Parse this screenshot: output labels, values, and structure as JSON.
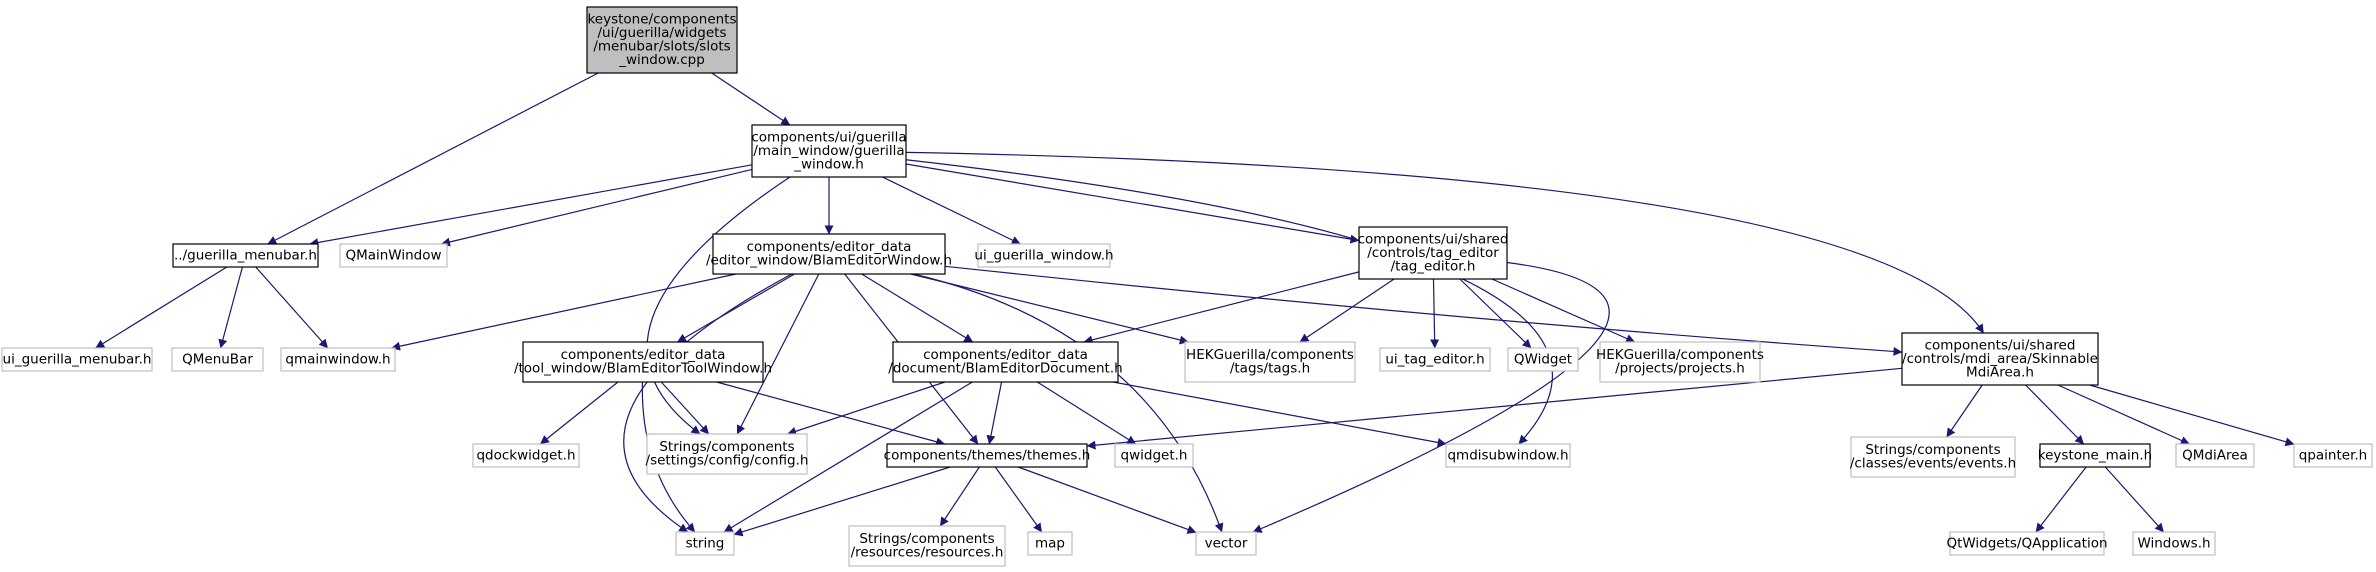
{
  "colors": {
    "edge": "#191970",
    "root_fill": "#bfbfbf",
    "node_border": "#000000",
    "ext_border": "#bfbfbf",
    "text": "#000000"
  },
  "nodes": {
    "root": {
      "lines": [
        "keystone/components",
        "/ui/guerilla/widgets",
        "/menubar/slots/slots",
        "_window.cpp"
      ],
      "kind": "root"
    },
    "guerilla_window_h": {
      "lines": [
        "components/ui/guerilla",
        "/main_window/guerilla",
        "_window.h"
      ],
      "kind": "internal"
    },
    "guerilla_menubar_h": {
      "lines": [
        "../guerilla_menubar.h"
      ],
      "kind": "internal"
    },
    "ui_guerilla_menubar_h": {
      "lines": [
        "ui_guerilla_menubar.h"
      ],
      "kind": "external"
    },
    "qmenubar": {
      "lines": [
        "QMenuBar"
      ],
      "kind": "external"
    },
    "qmainwindow_h": {
      "lines": [
        "qmainwindow.h"
      ],
      "kind": "external"
    },
    "qmainwindow": {
      "lines": [
        "QMainWindow"
      ],
      "kind": "external"
    },
    "blam_editor_window_h": {
      "lines": [
        "components/editor_data",
        "/editor_window/BlamEditorWindow.h"
      ],
      "kind": "internal"
    },
    "ui_guerilla_window_h": {
      "lines": [
        "ui_guerilla_window.h"
      ],
      "kind": "external"
    },
    "tag_editor_h": {
      "lines": [
        "components/ui/shared",
        "/controls/tag_editor",
        "/tag_editor.h"
      ],
      "kind": "internal"
    },
    "skinnable_mdi_area_h": {
      "lines": [
        "components/ui/shared",
        "/controls/mdi_area/Skinnable",
        "MdiArea.h"
      ],
      "kind": "internal"
    },
    "blam_editor_tool_window_h": {
      "lines": [
        "components/editor_data",
        "/tool_window/BlamEditorToolWindow.h"
      ],
      "kind": "internal"
    },
    "blam_editor_document_h": {
      "lines": [
        "components/editor_data",
        "/document/BlamEditorDocument.h"
      ],
      "kind": "internal"
    },
    "hek_tags_h": {
      "lines": [
        "HEKGuerilla/components",
        "/tags/tags.h"
      ],
      "kind": "external"
    },
    "ui_tag_editor_h": {
      "lines": [
        "ui_tag_editor.h"
      ],
      "kind": "external"
    },
    "qwidget": {
      "lines": [
        "QWidget"
      ],
      "kind": "external"
    },
    "hek_projects_h": {
      "lines": [
        "HEKGuerilla/components",
        "/projects/projects.h"
      ],
      "kind": "external"
    },
    "qdockwidget_h": {
      "lines": [
        "qdockwidget.h"
      ],
      "kind": "external"
    },
    "config_h": {
      "lines": [
        "Strings/components",
        "/settings/config/config.h"
      ],
      "kind": "external"
    },
    "themes_h": {
      "lines": [
        "components/themes/themes.h"
      ],
      "kind": "internal"
    },
    "qwidget_h": {
      "lines": [
        "qwidget.h"
      ],
      "kind": "external"
    },
    "qmdisubwindow_h": {
      "lines": [
        "qmdisubwindow.h"
      ],
      "kind": "external"
    },
    "events_h": {
      "lines": [
        "Strings/components",
        "/classes/events/events.h"
      ],
      "kind": "external"
    },
    "keystone_main_h": {
      "lines": [
        "keystone_main.h"
      ],
      "kind": "internal"
    },
    "qmdiarea": {
      "lines": [
        "QMdiArea"
      ],
      "kind": "external"
    },
    "qpainter_h": {
      "lines": [
        "qpainter.h"
      ],
      "kind": "external"
    },
    "string": {
      "lines": [
        "string"
      ],
      "kind": "external"
    },
    "resources_h": {
      "lines": [
        "Strings/components",
        "/resources/resources.h"
      ],
      "kind": "external"
    },
    "map": {
      "lines": [
        "map"
      ],
      "kind": "external"
    },
    "vector": {
      "lines": [
        "vector"
      ],
      "kind": "external"
    },
    "qapplication": {
      "lines": [
        "QtWidgets/QApplication"
      ],
      "kind": "external"
    },
    "windows_h": {
      "lines": [
        "Windows.h"
      ],
      "kind": "external"
    }
  },
  "edges": [
    [
      "root",
      "guerilla_window_h"
    ],
    [
      "root",
      "guerilla_menubar_h"
    ],
    [
      "guerilla_window_h",
      "guerilla_menubar_h"
    ],
    [
      "guerilla_window_h",
      "qmainwindow"
    ],
    [
      "guerilla_window_h",
      "blam_editor_window_h"
    ],
    [
      "guerilla_window_h",
      "ui_guerilla_window_h"
    ],
    [
      "guerilla_window_h",
      "tag_editor_h"
    ],
    [
      "guerilla_window_h",
      "skinnable_mdi_area_h"
    ],
    [
      "guerilla_window_h",
      "config_h"
    ],
    [
      "guerilla_window_h",
      "qmdisubwindow_h"
    ],
    [
      "guerilla_menubar_h",
      "ui_guerilla_menubar_h"
    ],
    [
      "guerilla_menubar_h",
      "qmenubar"
    ],
    [
      "guerilla_menubar_h",
      "qmainwindow_h"
    ],
    [
      "blam_editor_window_h",
      "qmainwindow_h"
    ],
    [
      "blam_editor_window_h",
      "blam_editor_tool_window_h"
    ],
    [
      "blam_editor_window_h",
      "blam_editor_document_h"
    ],
    [
      "blam_editor_window_h",
      "hek_tags_h"
    ],
    [
      "blam_editor_window_h",
      "config_h"
    ],
    [
      "blam_editor_window_h",
      "themes_h"
    ],
    [
      "blam_editor_window_h",
      "string"
    ],
    [
      "blam_editor_window_h",
      "vector"
    ],
    [
      "blam_editor_window_h",
      "skinnable_mdi_area_h"
    ],
    [
      "tag_editor_h",
      "blam_editor_document_h"
    ],
    [
      "tag_editor_h",
      "hek_tags_h"
    ],
    [
      "tag_editor_h",
      "ui_tag_editor_h"
    ],
    [
      "tag_editor_h",
      "qwidget"
    ],
    [
      "tag_editor_h",
      "hek_projects_h"
    ],
    [
      "tag_editor_h",
      "vector"
    ],
    [
      "blam_editor_tool_window_h",
      "qdockwidget_h"
    ],
    [
      "blam_editor_tool_window_h",
      "config_h"
    ],
    [
      "blam_editor_tool_window_h",
      "themes_h"
    ],
    [
      "blam_editor_tool_window_h",
      "string"
    ],
    [
      "blam_editor_document_h",
      "config_h"
    ],
    [
      "blam_editor_document_h",
      "themes_h"
    ],
    [
      "blam_editor_document_h",
      "qwidget_h"
    ],
    [
      "blam_editor_document_h",
      "qmdisubwindow_h"
    ],
    [
      "blam_editor_document_h",
      "string"
    ],
    [
      "skinnable_mdi_area_h",
      "themes_h"
    ],
    [
      "skinnable_mdi_area_h",
      "events_h"
    ],
    [
      "skinnable_mdi_area_h",
      "keystone_main_h"
    ],
    [
      "skinnable_mdi_area_h",
      "qmdiarea"
    ],
    [
      "skinnable_mdi_area_h",
      "qpainter_h"
    ],
    [
      "themes_h",
      "string"
    ],
    [
      "themes_h",
      "resources_h"
    ],
    [
      "themes_h",
      "map"
    ],
    [
      "themes_h",
      "vector"
    ],
    [
      "keystone_main_h",
      "qapplication"
    ],
    [
      "keystone_main_h",
      "windows_h"
    ]
  ]
}
